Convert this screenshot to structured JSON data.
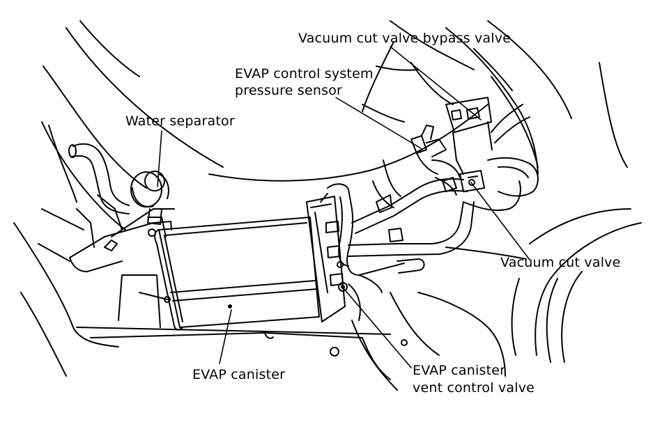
{
  "labels": {
    "vacuum_cut_valve_bypass_valve": "Vacuum cut valve bypass valve",
    "evap_pressure_sensor_line1": "EVAP control system",
    "evap_pressure_sensor_line2": "pressure sensor",
    "water_separator": "Water separator",
    "vacuum_cut_valve": "Vacuum cut valve",
    "evap_canister": "EVAP canister",
    "evap_vent_valve_line1": "EVAP canister",
    "evap_vent_valve_line2": "vent control valve"
  },
  "colors": {
    "ink": "#000000",
    "paper": "#ffffff"
  }
}
